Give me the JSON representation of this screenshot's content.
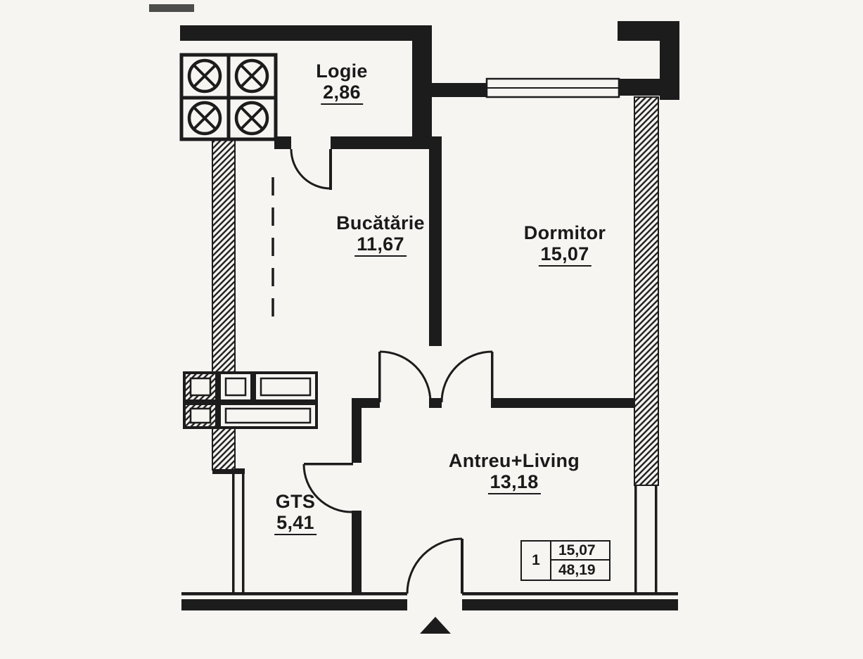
{
  "plan": {
    "rooms": [
      {
        "name": "Logie",
        "area": "2,86"
      },
      {
        "name": "Bucătărie",
        "area": "11,67"
      },
      {
        "name": "Dormitor",
        "area": "15,07"
      },
      {
        "name": "Antreu+Living",
        "area": "13,18"
      },
      {
        "name": "GTS",
        "area": "5,41"
      }
    ],
    "legend": {
      "index": "1",
      "area_top": "15,07",
      "area_total": "48,19"
    },
    "colors": {
      "ink": "#1c1c1c",
      "paper": "#f6f5f2"
    }
  }
}
